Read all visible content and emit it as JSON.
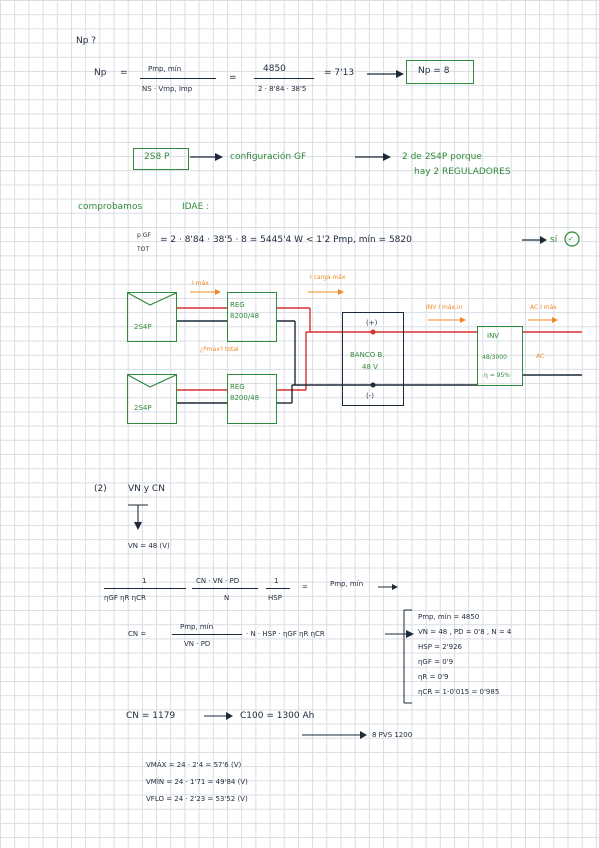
{
  "page": {
    "np_heading": "Np ?",
    "np_label": "Np",
    "eq1": "=",
    "np_num": "Pmp, mín",
    "np_den": "NS · Vmp, Imp",
    "eq2": "=",
    "np_num2": "4850",
    "np_den2": "2 · 8'84 · 38'5",
    "eq3": "= 7'13",
    "np_result": "Np = 8",
    "config_box": "2S8 P",
    "config_text": "configuración GF",
    "config_result_line1": "2 de      2S4P porque",
    "config_result_line2": "hay   2 REGULADORES",
    "comprobamos": "comprobamos",
    "idae": "IDAE :",
    "ptot_sup": "p GF",
    "ptot_sub": "TOT",
    "idae_eq": "=  2 · 8'84 · 38'5 · 8  =  5445'4 W  <  1'2 Pmp, mín = 5820",
    "idae_si": "sí",
    "idae_check": "✓",
    "diagram": {
      "i_max_label": "I máx",
      "i_carga_label": "I carga máx",
      "i_inv_label": "INV I máx,in",
      "i_ac_label": "AC I máx",
      "panel_top": "2S4P",
      "panel_bottom": "2S4P",
      "reg_top": "REG 8200/48",
      "reg_bottom": "REG 8200/48",
      "pmax_note": "¿Pmax? total",
      "bank_plus": "(+)",
      "bank_name": "BANCO B.",
      "bank_volt": "48 V",
      "bank_minus": "(-)",
      "inv_name": "INV",
      "inv_spec": "48/3000",
      "inv_eff": "η = 95%",
      "ac_label": "AC"
    },
    "sec2_label": "(2)",
    "sec2_title": "VN  y  CN",
    "vn_value": "VN = 48 (V)",
    "f_one": "1",
    "f_den_eta": "ηGF ηR ηCR",
    "f_cn": "CN · VN · PD",
    "f_n": "N",
    "f_one2": "1",
    "f_hsp": "HSP",
    "f_eq": "=",
    "f_pmp": "Pmp, mín",
    "f_arrow": "→",
    "cn_label": "CN =",
    "cn_num": "Pmp, mín",
    "cn_den": "VN · PD",
    "cn_rest": "· N  ·  HSP  ·  ηGF ηR ηCR",
    "vals": [
      "Pmp, mín = 4850",
      "VN = 48 ,  PD = 0'8 , N = 4",
      "HSP = 2'926",
      "ηGF = 0'9",
      "ηR = 0'9",
      "ηCR = 1-0'015 = 0'985"
    ],
    "cn_result": "CN = 1179",
    "c100": "C100 = 1300 Ah",
    "pvs": "8 PVS 1200",
    "vmax": "VMÁX = 24 · 2'4 = 57'6 (V)",
    "vmin": "VMÍN = 24 · 1'71 = 49'84 (V)",
    "vflo": "VFLO = 24 · 2'23 = 53'52 (V)"
  },
  "colors": {
    "ink": "#1d2a3a",
    "green": "#2f8a3a",
    "orange": "#f08a28",
    "red": "#d83030",
    "grid": "#d9dde3"
  }
}
